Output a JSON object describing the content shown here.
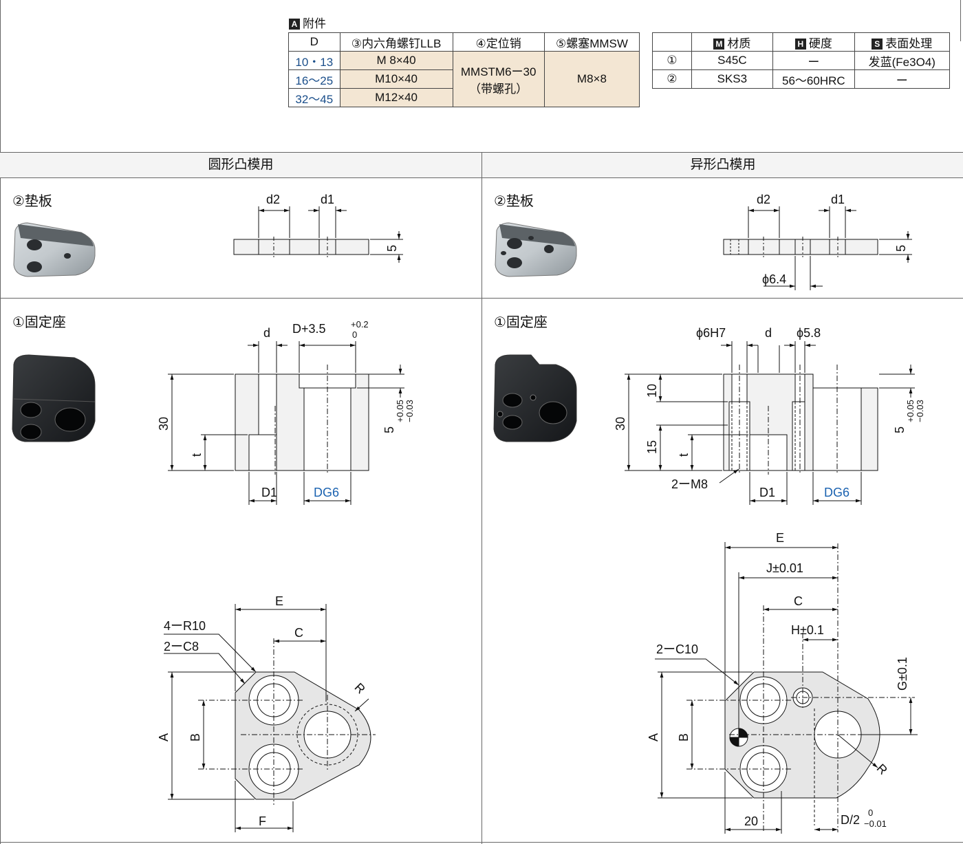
{
  "accessories": {
    "title_badge": "A",
    "title": "附件",
    "headers": [
      "D",
      "③内六角螺钉LLB",
      "④定位销",
      "⑤螺塞MMSW"
    ],
    "rows": [
      {
        "d": "10・13",
        "screw": "M  8×40"
      },
      {
        "d": "16〜25",
        "screw": "M10×40"
      },
      {
        "d": "32〜45",
        "screw": "M12×40"
      }
    ],
    "pin_line1": "MMSTM6ー30",
    "pin_line2": "（带螺孔）",
    "plug": "M8×8"
  },
  "materials": {
    "headers": [
      {
        "badge": "M",
        "label": "材质"
      },
      {
        "badge": "H",
        "label": "硬度"
      },
      {
        "badge": "S",
        "label": "表面处理"
      }
    ],
    "rows": [
      {
        "no": "①",
        "material": "S45C",
        "hardness": "ー",
        "surface": "发蓝(Fe3O4)"
      },
      {
        "no": "②",
        "material": "SKS3",
        "hardness": "56〜60HRC",
        "surface": "ー"
      }
    ]
  },
  "sections": {
    "left_title": "圆形凸模用",
    "right_title": "异形凸模用",
    "backing_plate": "②垫板",
    "retainer": "①固定座"
  },
  "dims": {
    "d2": "d2",
    "d1": "d1",
    "five": "5",
    "phi64": "ϕ6.4",
    "d": "d",
    "d_plus": "D+3.5",
    "tol_plus02": "+0.2",
    "tol_zero": "0",
    "thirty": "30",
    "t": "t",
    "five_tol": "5",
    "tol_005": "+0.05",
    "tol_003": "−0.03",
    "D1": "D1",
    "DG6": "DG6",
    "phi6h7": "ϕ6H7",
    "phi58": "ϕ5.8",
    "ten": "10",
    "fifteen": "15",
    "m8": "2ーM8",
    "E": "E",
    "C": "C",
    "A": "A",
    "B": "B",
    "F": "F",
    "R": "R",
    "r10": "4ーR10",
    "c8": "2ーC8",
    "J": "J±0.01",
    "H": "H±0.1",
    "G": "G±0.1",
    "c10": "2ーC10",
    "twenty": "20",
    "d2half": "D/2",
    "d2tol": "−0.01",
    "d2tol0": "0"
  }
}
